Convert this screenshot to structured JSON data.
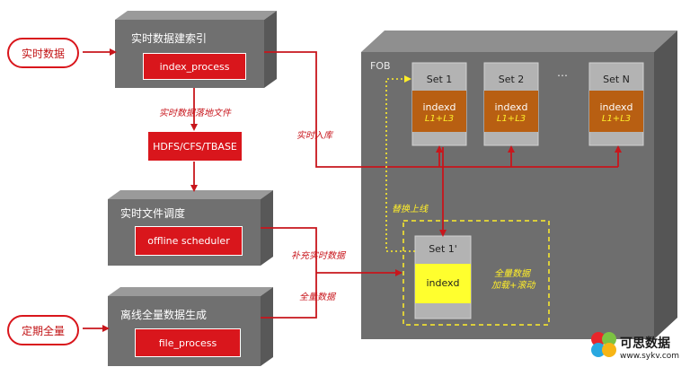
{
  "input_realtime": "实时数据",
  "input_periodic": "定期全量",
  "box_index_build": {
    "title": "实时数据建索引",
    "process": "index_process"
  },
  "edge_drop": "实时数据落地文件",
  "storage": "HDFS/CFS/TBASE",
  "box_scheduler": {
    "title": "实时文件调度",
    "process": "offline scheduler"
  },
  "box_offline": {
    "title": "离线全量数据生成",
    "process": "file_process"
  },
  "edge_realtime_store": "实时入库",
  "edge_supplement": "补充实时数据",
  "edge_full_data": "全量数据",
  "fob": {
    "title": "FOB",
    "ellipsis": "…",
    "sets": [
      {
        "name": "Set 1",
        "index": "indexd",
        "levels": "L1+L3"
      },
      {
        "name": "Set 2",
        "index": "indexd",
        "levels": "L1+L3"
      },
      {
        "name": "Set N",
        "index": "indexd",
        "levels": "L1+L3"
      }
    ],
    "new_set": {
      "name": "Set 1'",
      "index": "indexd"
    },
    "swap_label": "替换上线",
    "full_label_1": "全量数据",
    "full_label_2": "加载+滚动"
  },
  "watermark": {
    "brand": "可思数据",
    "url": "www.sykv.com"
  },
  "colors": {
    "red": "#d9161c",
    "gray": "#6e6e6e",
    "brown": "#b85f12",
    "yellow": "#ffff2e",
    "label_yellow": "#ffee2a"
  }
}
